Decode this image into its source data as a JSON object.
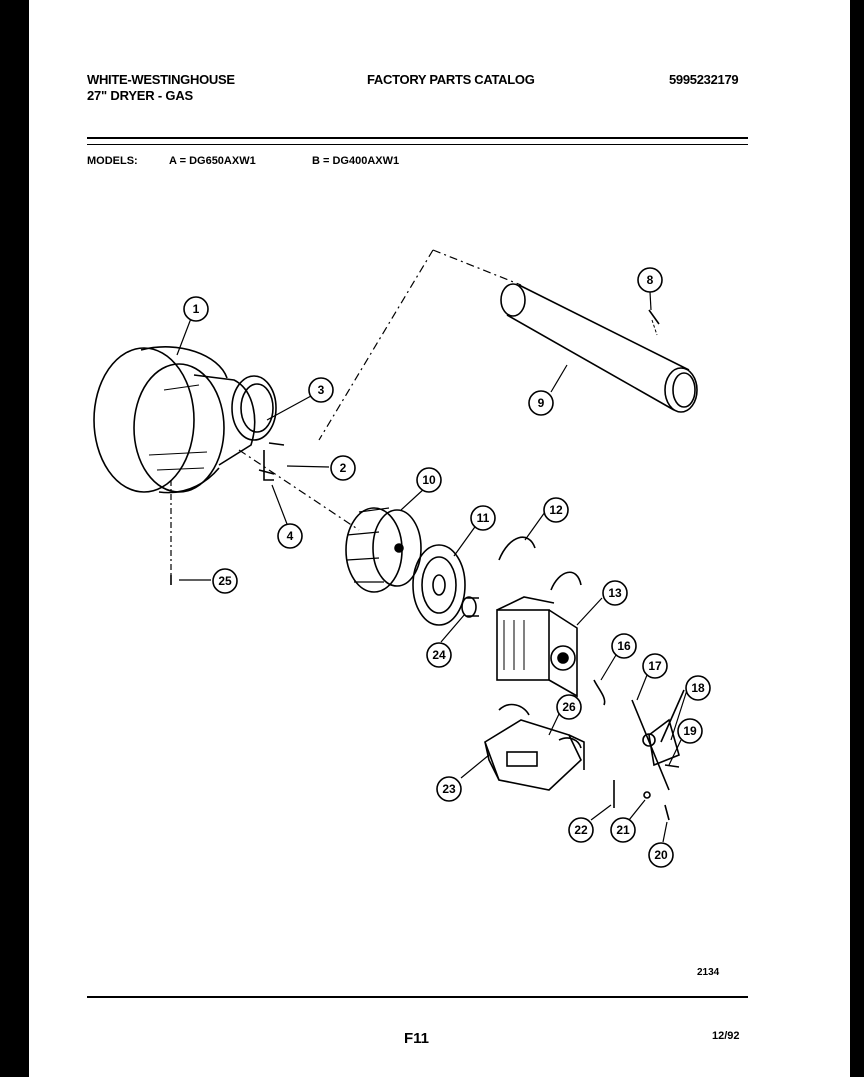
{
  "header": {
    "brand": "WHITE-WESTINGHOUSE",
    "model_line": "27\" DRYER - GAS",
    "title": "FACTORY PARTS CATALOG",
    "catalog_number": "5995232179"
  },
  "models": {
    "label": "MODELS:",
    "a": "A = DG650AXW1",
    "b": "B = DG400AXW1"
  },
  "callouts": [
    "1",
    "2",
    "3",
    "4",
    "8",
    "9",
    "10",
    "11",
    "12",
    "13",
    "16",
    "17",
    "18",
    "19",
    "20",
    "21",
    "22",
    "23",
    "24",
    "25",
    "26"
  ],
  "footer": {
    "drawing_number": "2134",
    "page": "F11",
    "date": "12/92"
  }
}
